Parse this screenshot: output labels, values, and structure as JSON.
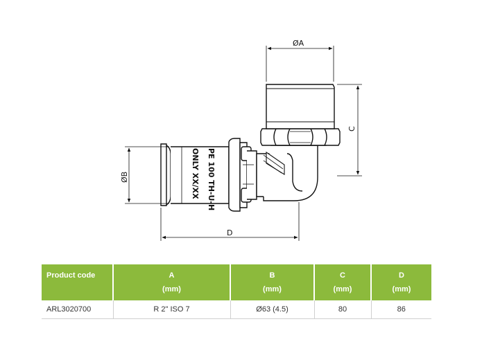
{
  "drawing": {
    "dimension_labels": {
      "a": "ØA",
      "b": "ØB",
      "c": "C",
      "d": "D"
    },
    "pipe_marking": [
      "ONLY XX/XX",
      "PE 100 TH-U-H"
    ]
  },
  "table": {
    "header_color": "#8cba3c",
    "columns": [
      {
        "label": "Product code",
        "unit": ""
      },
      {
        "label": "A",
        "unit": "(mm)"
      },
      {
        "label": "B",
        "unit": "(mm)"
      },
      {
        "label": "C",
        "unit": "(mm)"
      },
      {
        "label": "D",
        "unit": "(mm)"
      }
    ],
    "rows": [
      [
        "ARL3020700",
        "R 2\" ISO 7",
        "Ø63 (4.5)",
        "80",
        "86"
      ]
    ]
  }
}
